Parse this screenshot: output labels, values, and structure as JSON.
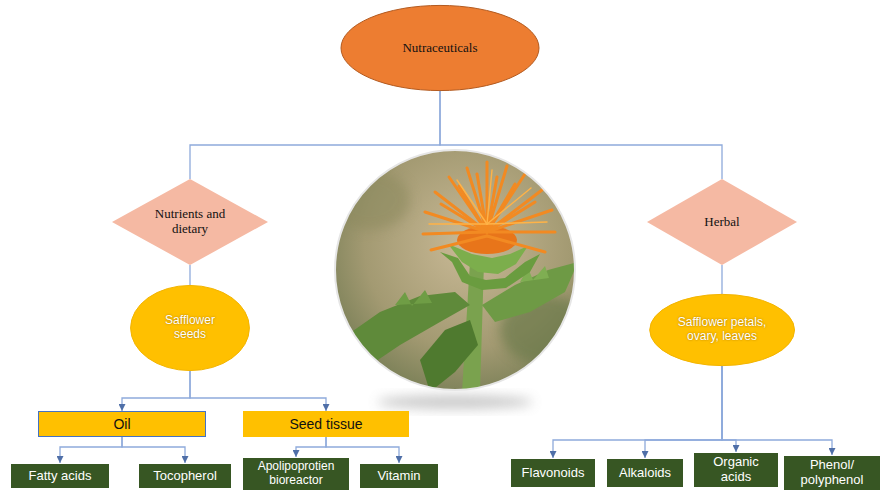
{
  "diagram": {
    "nodes": [
      {
        "text": [
          "Nutraceuticals"
        ]
      },
      {
        "text": [
          "Nutrients and dietary"
        ]
      },
      {
        "text": [
          "Herbal"
        ]
      },
      {
        "text": [
          "Safflower seeds"
        ]
      },
      {
        "text": [
          "Safflower petals, ovary, leaves"
        ]
      },
      {
        "text": [
          "Oil"
        ]
      },
      {
        "text": [
          "Seed tissue"
        ]
      },
      {
        "text": [
          "Fatty acids"
        ]
      },
      {
        "text": [
          "Tocopherol"
        ]
      },
      {
        "text": [
          "Apolipoprotien bioreactor"
        ]
      },
      {
        "text": [
          "Vitamin"
        ]
      },
      {
        "text": [
          "Flavonoids"
        ]
      },
      {
        "text": [
          "Alkaloids"
        ]
      },
      {
        "text": [
          "Organic acids"
        ]
      },
      {
        "text": [
          "Phenol/ polyphenol"
        ]
      }
    ],
    "edges": [
      {
        "from": 0,
        "to": 1,
        "arrow": "none"
      },
      {
        "from": 0,
        "to": 2,
        "arrow": "none"
      },
      {
        "from": 1,
        "to": 3,
        "arrow": "none"
      },
      {
        "from": 2,
        "to": 4,
        "arrow": "none"
      },
      {
        "from": 3,
        "to": 5,
        "arrow": "to"
      },
      {
        "from": 3,
        "to": 6,
        "arrow": "to"
      },
      {
        "from": 5,
        "to": 7,
        "arrow": "to"
      },
      {
        "from": 5,
        "to": 8,
        "arrow": "to"
      },
      {
        "from": 6,
        "to": 9,
        "arrow": "to"
      },
      {
        "from": 6,
        "to": 10,
        "arrow": "to"
      },
      {
        "from": 4,
        "to": 11,
        "arrow": "to"
      },
      {
        "from": 4,
        "to": 12,
        "arrow": "to"
      },
      {
        "from": 4,
        "to": 13,
        "arrow": "to"
      },
      {
        "from": 4,
        "to": 14,
        "arrow": "to"
      }
    ]
  }
}
